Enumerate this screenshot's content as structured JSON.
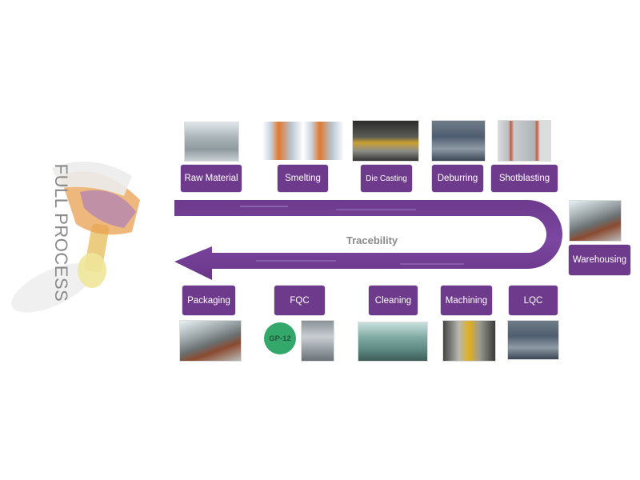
{
  "side_title": "FULL PROCESS",
  "center_label": "Tracebility",
  "badge": "GP-12",
  "top_steps": [
    "Raw Material",
    "Smelting",
    "Die Casting",
    "Deburring",
    "Shotblasting"
  ],
  "right_step": "Warehousing",
  "bottom_steps": [
    "Packaging",
    "FQC",
    "Cleaning",
    "Machining",
    "LQC"
  ],
  "colors": {
    "accent": "#6e3a8c",
    "badge": "#34a86a",
    "text_gray": "#8a8a8a"
  }
}
